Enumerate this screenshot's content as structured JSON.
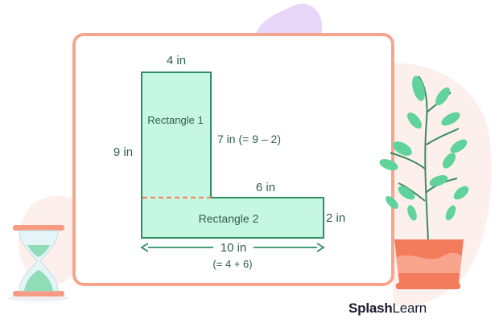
{
  "diagram": {
    "top_width_label": "4 in",
    "left_height_label": "9 in",
    "inner_height_label": "7 in (= 9 – 2)",
    "step_width_label": "6 in",
    "right_height_label": "2 in",
    "bottom_width_label": "10 in",
    "bottom_sum_label": "(= 4 + 6)",
    "rect1_label": "Rectangle 1",
    "rect2_label": "Rectangle 2"
  },
  "brand": {
    "part1": "Splash",
    "part2": "Learn"
  },
  "colors": {
    "frame": "#f6a58c",
    "shape_fill": "#c6f7e2",
    "shape_stroke": "#2f8f63",
    "label_text": "#2e5f49",
    "dashed_divider": "#ee8e6c",
    "plant_leaf": "#5fd39b",
    "pot": "#f37c5c"
  },
  "icons": [
    "hourglass-icon",
    "potted-plant-icon",
    "decorative-blob"
  ]
}
